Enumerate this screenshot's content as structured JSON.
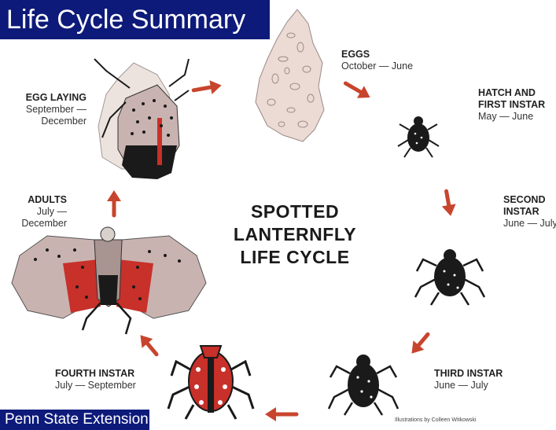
{
  "header": {
    "title": "Life Cycle Summary"
  },
  "footer": {
    "label": "Penn State Extension"
  },
  "center": {
    "line1": "SPOTTED",
    "line2": "LANTERNFLY",
    "line3": "LIFE CYCLE"
  },
  "stages": {
    "eggs": {
      "name": "EGGS",
      "dates": "October — June"
    },
    "first": {
      "name_line1": "HATCH AND",
      "name_line2": "FIRST INSTAR",
      "dates": "May — June"
    },
    "second": {
      "name_line1": "SECOND",
      "name_line2": "INSTAR",
      "dates": "June — July"
    },
    "third": {
      "name": "THIRD INSTAR",
      "dates": "June — July"
    },
    "fourth": {
      "name": "FOURTH INSTAR",
      "dates": "July — September"
    },
    "adults": {
      "name": "ADULTS",
      "dates_line1": "July —",
      "dates_line2": "December"
    },
    "egglaying": {
      "name": "EGG LAYING",
      "dates_line1": "September —",
      "dates_line2": "December"
    }
  },
  "credit": "Illustrations by Colleen Witkowski",
  "colors": {
    "header_bg": "#0d1a7a",
    "arrow": "#c8452d",
    "nymph_red": "#c8302a",
    "egg_mass": "#ecdad4"
  }
}
